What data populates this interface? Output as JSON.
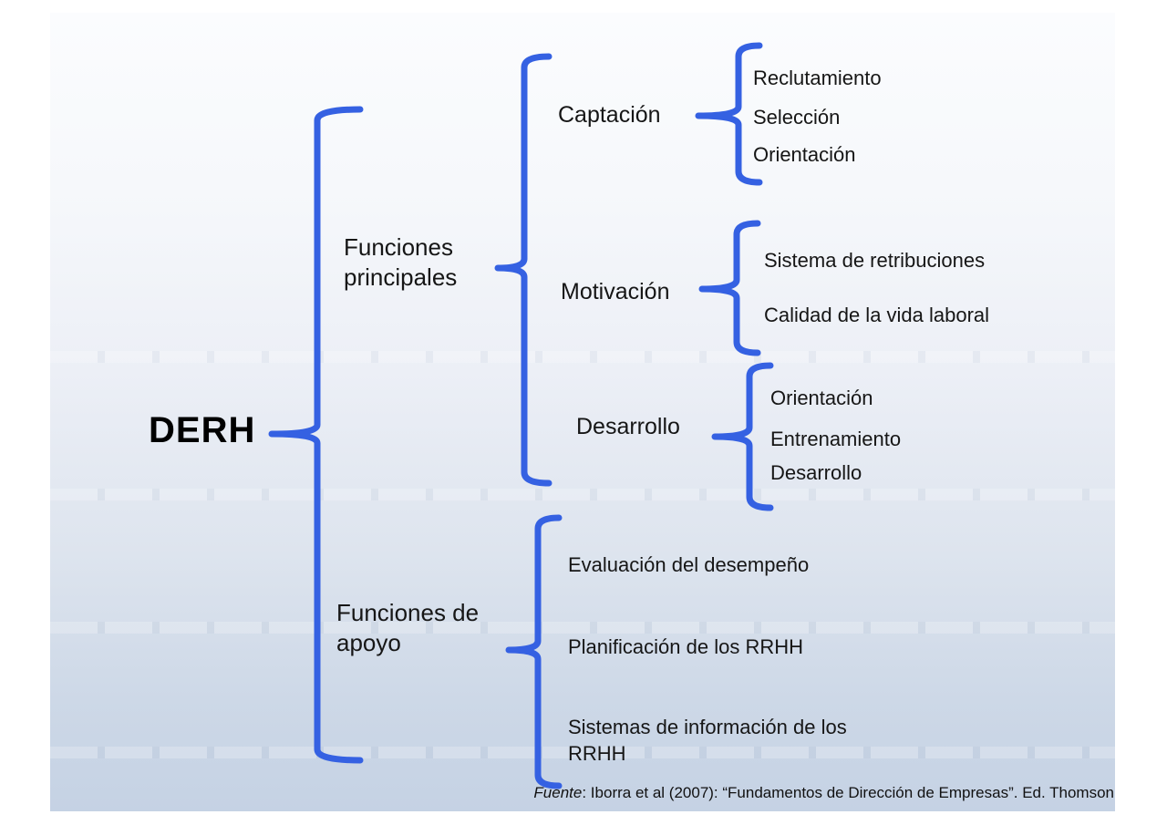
{
  "accent_color": "#3561e2",
  "text_color": "#161616",
  "tree": {
    "root": "DERH",
    "branches": [
      {
        "label": "Funciones principales",
        "children": [
          {
            "label": "Captación",
            "items": [
              "Reclutamiento",
              "Selección",
              "Orientación"
            ]
          },
          {
            "label": "Motivación",
            "items": [
              "Sistema de retribuciones",
              "Calidad de la vida laboral"
            ]
          },
          {
            "label": "Desarrollo",
            "items": [
              "Orientación",
              "Entrenamiento",
              "Desarrollo"
            ]
          }
        ]
      },
      {
        "label": "Funciones de apoyo",
        "items": [
          "Evaluación del desempeño",
          "Planificación de los RRHH",
          "Sistemas de información de los RRHH"
        ]
      }
    ]
  },
  "footer": {
    "source_label": "Fuente",
    "source_text": ": Iborra et al (2007): “Fundamentos de Dirección de Empresas”. Ed. Thomson"
  }
}
